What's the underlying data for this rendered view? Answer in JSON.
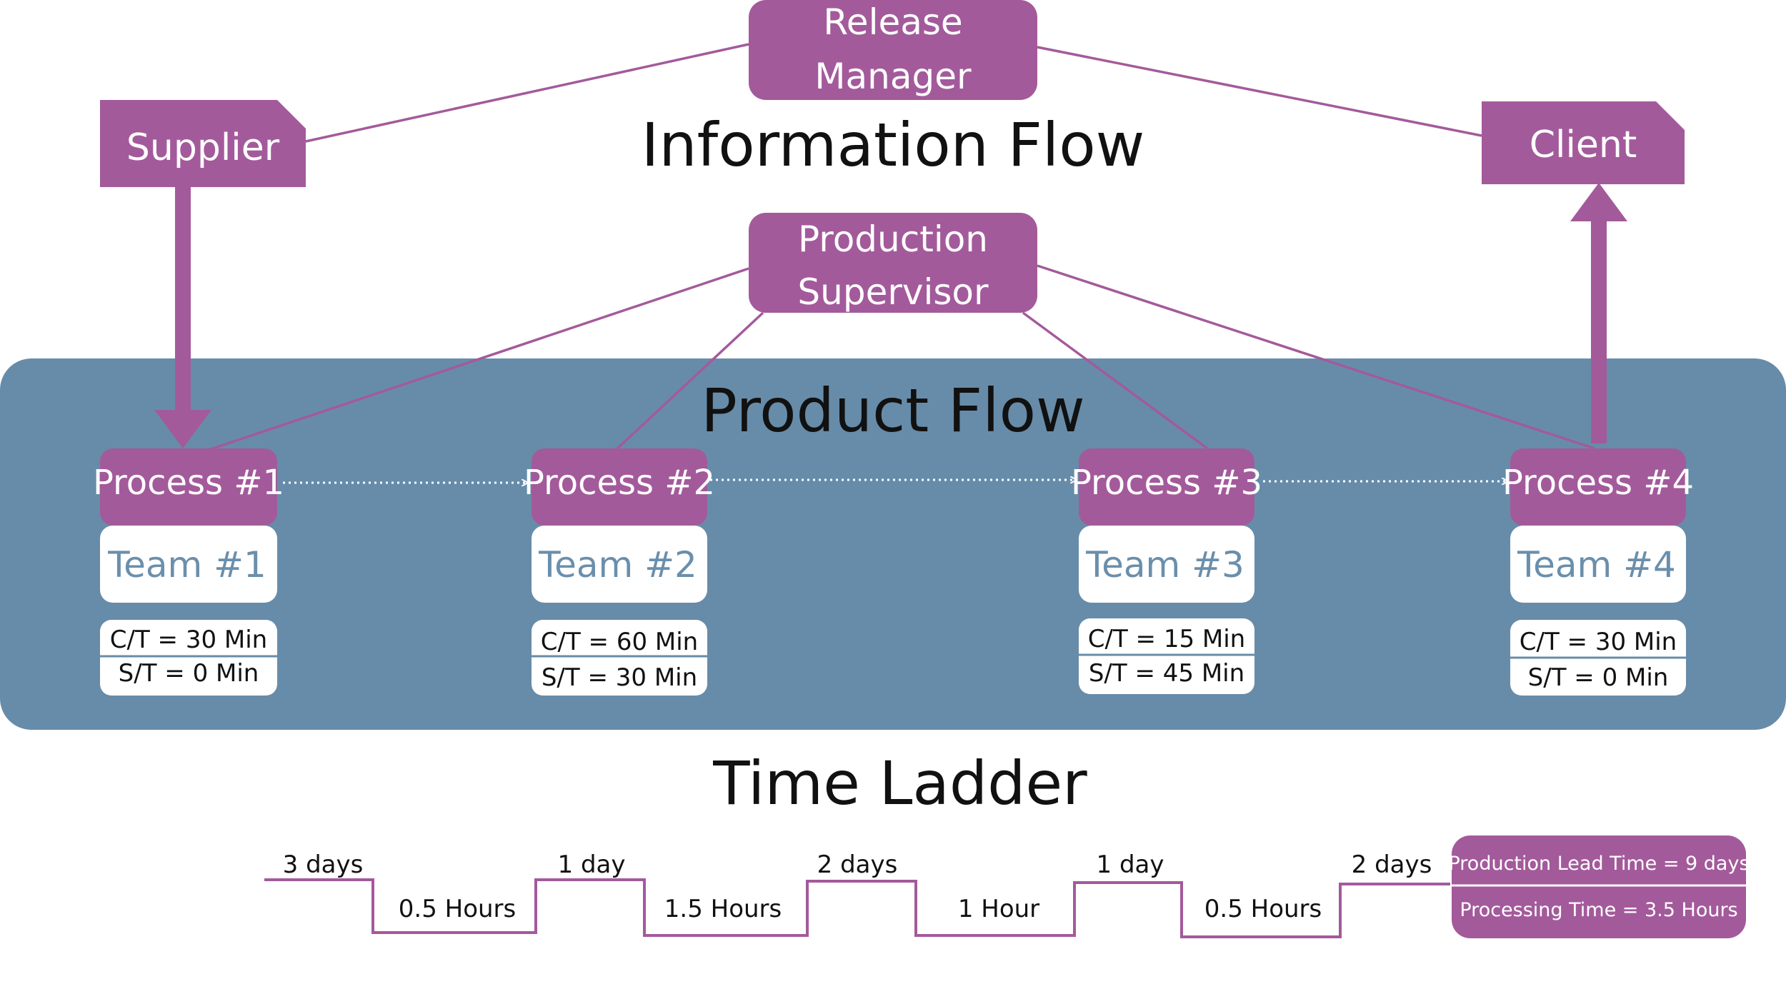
{
  "colors": {
    "accent": "#a35a9b",
    "product_band": "#678ca9",
    "team_text": "#6a8fac",
    "white": "#ffffff",
    "text": "#111111"
  },
  "headings": {
    "information_flow": "Information Flow",
    "product_flow": "Product Flow",
    "time_ladder": "Time Ladder"
  },
  "roles": {
    "release_manager": [
      "Release",
      "Manager"
    ],
    "production_supervisor": [
      "Production",
      "Supervisor"
    ],
    "supplier": "Supplier",
    "client": "Client"
  },
  "processes": [
    {
      "process": "Process #1",
      "team": "Team #1",
      "ct": "C/T = 30 Min",
      "st": "S/T = 0 Min"
    },
    {
      "process": "Process #2",
      "team": "Team #2",
      "ct": "C/T = 60 Min",
      "st": "S/T = 30 Min"
    },
    {
      "process": "Process #3",
      "team": "Team #3",
      "ct": "C/T = 15 Min",
      "st": "S/T = 45 Min"
    },
    {
      "process": "Process #4",
      "team": "Team #4",
      "ct": "C/T = 30 Min",
      "st": "S/T = 0 Min"
    }
  ],
  "time_ladder": {
    "waits": [
      "3 days",
      "1 day",
      "2 days",
      "1 day",
      "2 days"
    ],
    "processing": [
      "0.5 Hours",
      "1.5 Hours",
      "1 Hour",
      "0.5 Hours"
    ],
    "lead_time": "Production Lead Time = 9 days",
    "processing_time": "Processing Time = 3.5 Hours"
  }
}
